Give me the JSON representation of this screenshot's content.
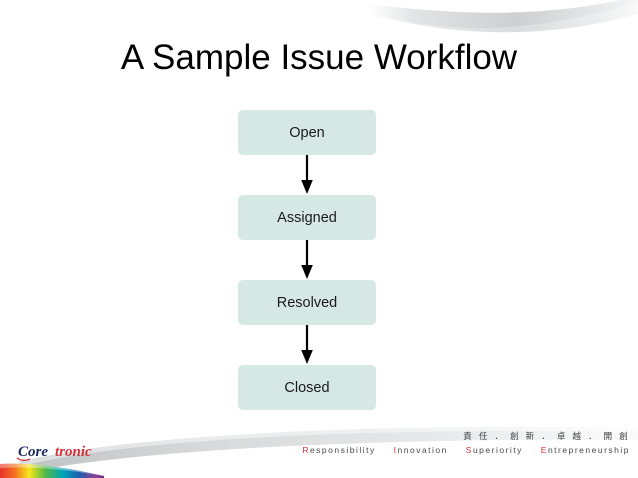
{
  "slide": {
    "title": "A Sample Issue Workflow",
    "background_color": "#ffffff"
  },
  "colors": {
    "node_fill": "#d6e8e4",
    "node_text": "#1a1a1a",
    "arrow": "#000000",
    "deco_swoosh_gray": "#d9dadb",
    "logo_core": "#1b2a5e",
    "logo_tronic": "#d4323c",
    "tagline_accent": "#d4323c"
  },
  "workflow": {
    "type": "flowchart",
    "orientation": "vertical",
    "nodes": [
      {
        "id": "open",
        "label": "Open"
      },
      {
        "id": "assigned",
        "label": "Assigned"
      },
      {
        "id": "resolved",
        "label": "Resolved"
      },
      {
        "id": "closed",
        "label": "Closed"
      }
    ],
    "edges": [
      {
        "from": "open",
        "to": "assigned",
        "arrow": "down"
      },
      {
        "from": "assigned",
        "to": "resolved",
        "arrow": "down"
      },
      {
        "from": "resolved",
        "to": "closed",
        "arrow": "down"
      }
    ]
  },
  "footer": {
    "logo": {
      "part_one": "Core",
      "part_two": "tronic",
      "icon": "coretronic-logo"
    },
    "tagline_cn": "責 任 ． 創 新 ． 卓 越 ． 開 創",
    "tagline_en": [
      {
        "cap": "R",
        "rest": "esponsibility"
      },
      {
        "cap": "I",
        "rest": "nnovation"
      },
      {
        "cap": "S",
        "rest": "uperiority"
      },
      {
        "cap": "E",
        "rest": "ntrepreneurship"
      }
    ]
  }
}
